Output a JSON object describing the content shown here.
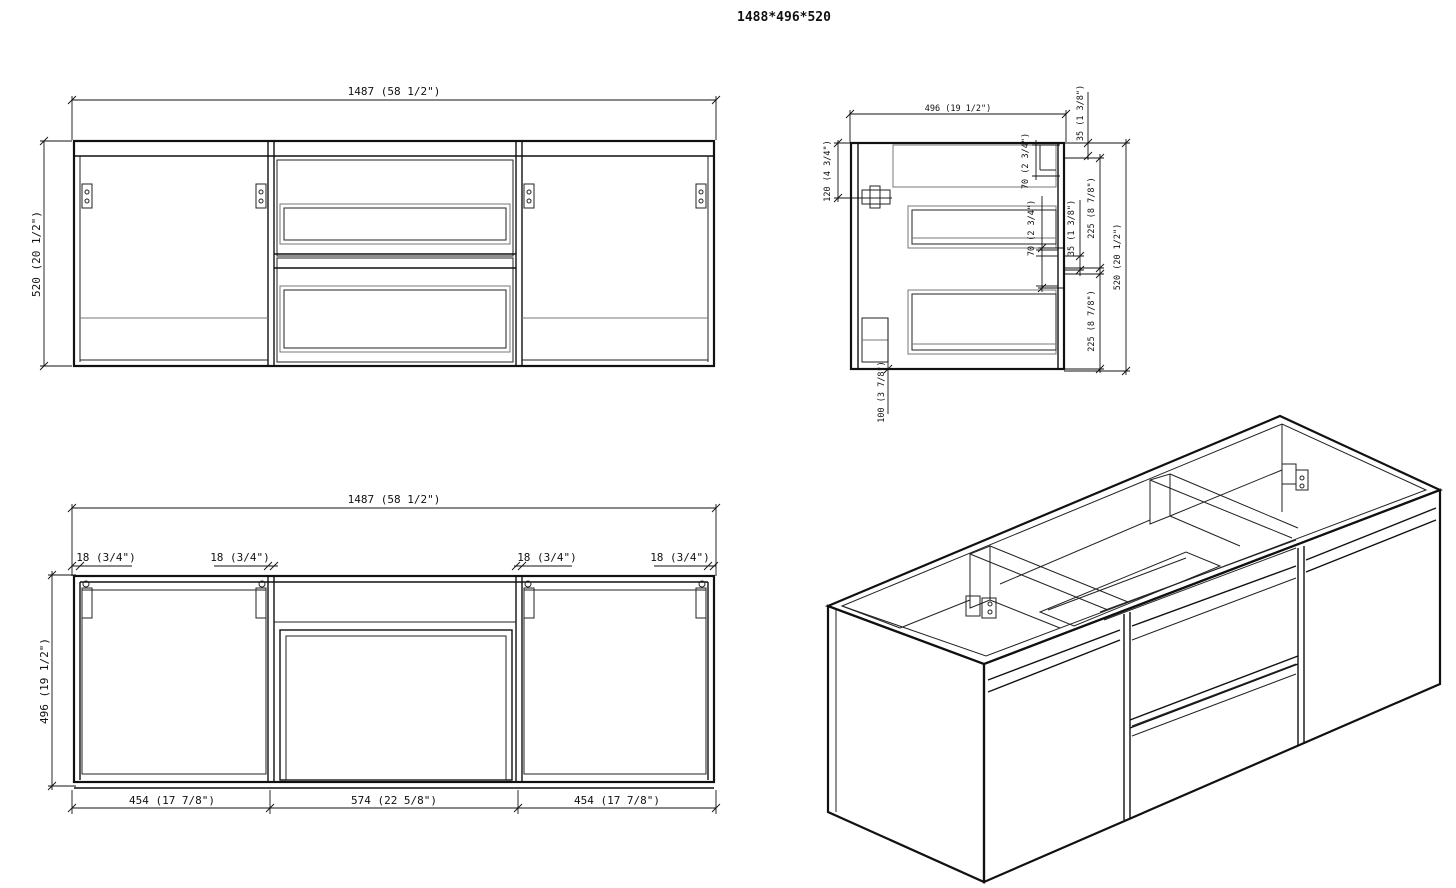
{
  "drawing": {
    "title": "1488*496*520",
    "front_view": {
      "width_label": "1487 (58 1/2\")",
      "height_label": "520 (20 1/2\")"
    },
    "side_view": {
      "depth_label": "496 (19 1/2\")",
      "top_thickness_label": "35 (1 3/8\")",
      "upper_height_label": "120 (4 3/4\")",
      "gap_label": "70 (2 3/4\")",
      "gap2_label": "70 (2 3/4\")",
      "mid_label": "35 (1 3/8\")",
      "drawer_upper_label": "225 (8 7/8\")",
      "drawer_lower_label": "225 (8 7/8\")",
      "total_height_label": "520 (20 1/2\")",
      "base_label": "100 (3 7/8\")"
    },
    "top_view": {
      "width_label": "1487 (58 1/2\")",
      "depth_label": "496 (19 1/2\")",
      "panel_labels": [
        "18 (3/4\")",
        "18 (3/4\")",
        "18 (3/4\")",
        "18 (3/4\")"
      ],
      "section_labels": [
        "454 (17 7/8\")",
        "574 (22 5/8\")",
        "454 (17 7/8\")"
      ]
    },
    "iso_view": {}
  }
}
